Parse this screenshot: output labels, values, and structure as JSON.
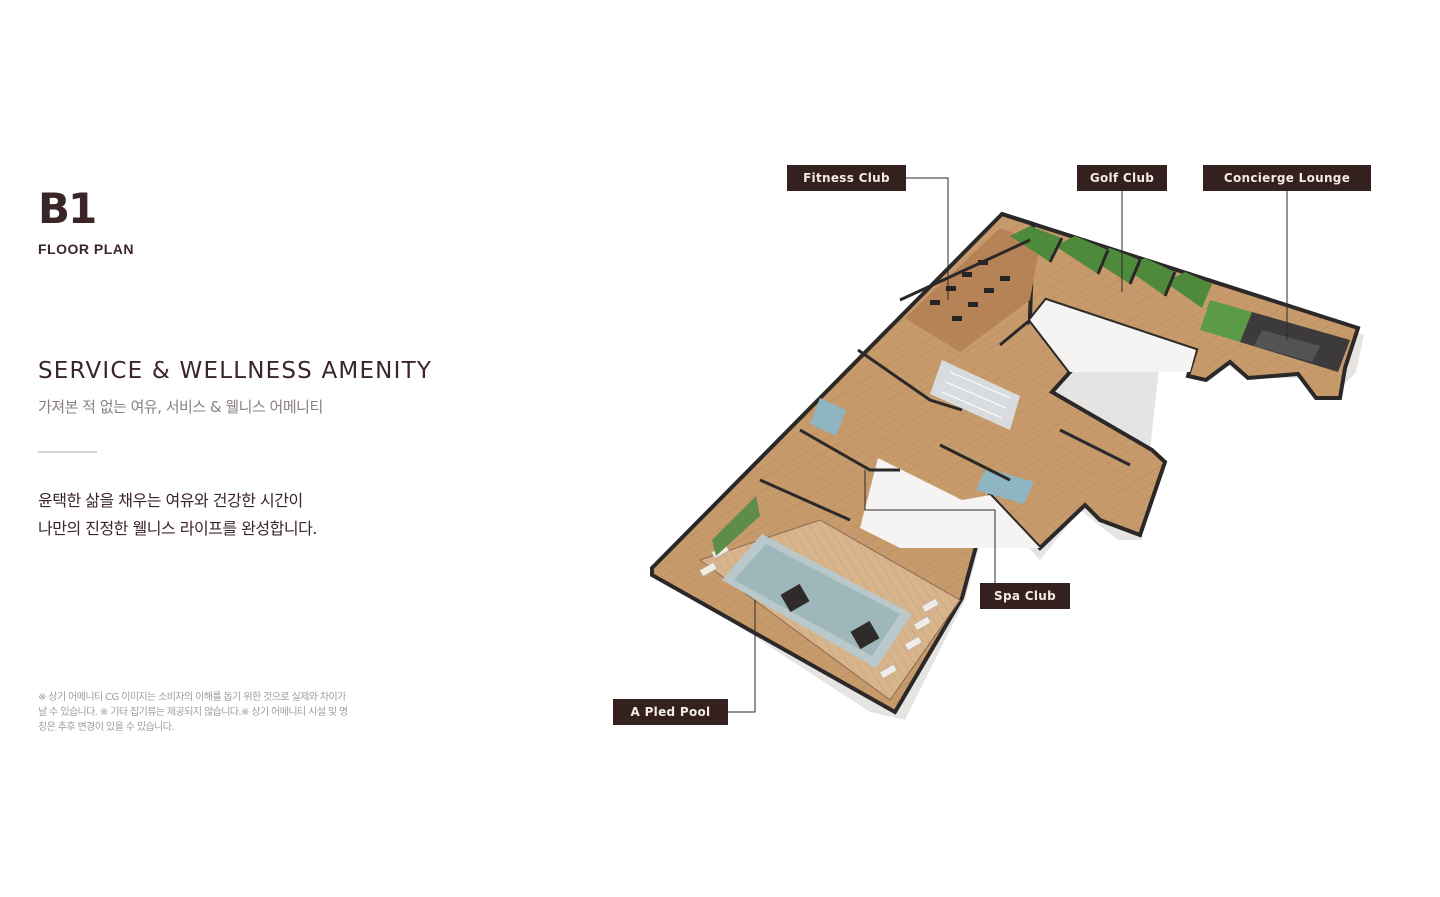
{
  "floor": {
    "code": "B1",
    "subtitle": "FLOOR PLAN"
  },
  "section": {
    "title": "SERVICE & WELLNESS AMENITY",
    "subtitle": "가져본 적 없는 여유, 서비스 & 웰니스 어메니티"
  },
  "copy": {
    "line1": "윤택한 삶을 채우는 여유와 건강한 시간이",
    "line2": "나만의 진정한 웰니스 라이프를 완성합니다."
  },
  "notice": "※ 상기 어메니티 CG 이미지는 소비자의 이해를 돕기 위한 것으로 실제와 차이가 날 수 있습니다. ※ 기타 집기류는 제공되지 않습니다.※ 상기 어메니티 시설 및 명칭은 추후 변경이 있을 수 있습니다.",
  "labels": {
    "fitness": "Fitness Club",
    "golf": "Golf Club",
    "concierge": "Concierge Lounge",
    "spa": "Spa Club",
    "pool": "A Pled Pool"
  },
  "colors": {
    "label_bg": "#34211f",
    "label_text": "#f2ebe6",
    "wood": "#c89a6a",
    "wall": "#2c2a2a",
    "pool_water": "#9eb7bb",
    "turf": "#4f8a3c"
  }
}
